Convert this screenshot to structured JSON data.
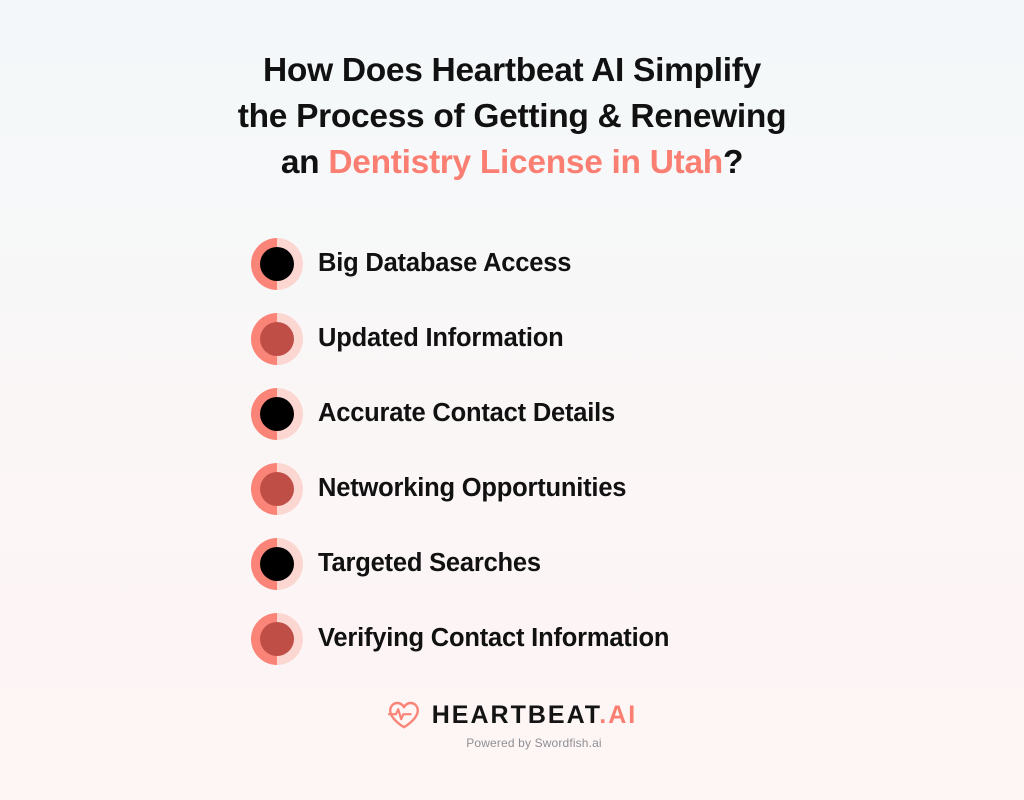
{
  "title": {
    "line1": "How Does Heartbeat AI Simplify",
    "line2": "the Process of Getting & Renewing",
    "line3_prefix": "an ",
    "line3_accent": "Dentistry License in Utah",
    "line3_suffix": "?"
  },
  "benefits": [
    {
      "label": "Big Database Access",
      "marker": "dark"
    },
    {
      "label": "Updated Information",
      "marker": "brick"
    },
    {
      "label": "Accurate Contact Details",
      "marker": "dark"
    },
    {
      "label": "Networking Opportunities",
      "marker": "brick"
    },
    {
      "label": "Targeted Searches",
      "marker": "dark"
    },
    {
      "label": "Verifying Contact Information",
      "marker": "brick"
    }
  ],
  "footer": {
    "brand_name": "HEARTBEAT",
    "brand_suffix": ".AI",
    "tagline": "Powered by Swordfish.ai",
    "icon": "heartbeat-pulse-icon"
  },
  "colors": {
    "accent": "#fa7f72",
    "ring_dark": "#fa8478",
    "ring_light": "#fcd7d2",
    "core_black": "#000000",
    "core_brick": "#bf4f46",
    "text": "#111111",
    "muted": "#8f8f93",
    "bg_top": "#f3f7f9",
    "bg_bottom": "#fef5f5"
  }
}
